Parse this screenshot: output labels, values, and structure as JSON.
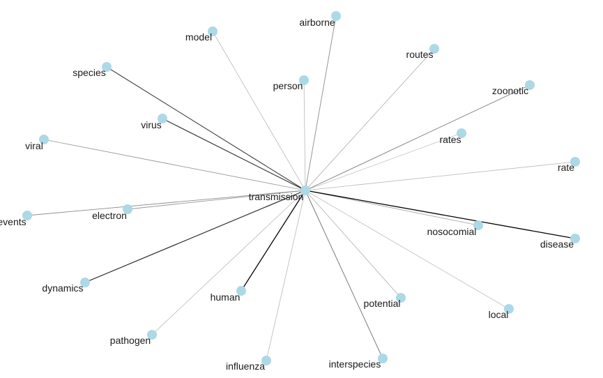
{
  "graph": {
    "center": {
      "id": "transmission",
      "label": "transmission"
    },
    "node_color": "#add8e6",
    "label_color": "#1a1a1a",
    "nodes": [
      {
        "id": "airborne",
        "label": "airborne",
        "edge_strength": 0.35
      },
      {
        "id": "model",
        "label": "model",
        "edge_strength": 0.15
      },
      {
        "id": "routes",
        "label": "routes",
        "edge_strength": 0.2
      },
      {
        "id": "person",
        "label": "person",
        "edge_strength": 0.15
      },
      {
        "id": "species",
        "label": "species",
        "edge_strength": 0.7
      },
      {
        "id": "zoonotic",
        "label": "zoonotic",
        "edge_strength": 0.4
      },
      {
        "id": "virus",
        "label": "virus",
        "edge_strength": 0.75
      },
      {
        "id": "rates",
        "label": "rates",
        "edge_strength": 0.12
      },
      {
        "id": "viral",
        "label": "viral",
        "edge_strength": 0.3
      },
      {
        "id": "rate",
        "label": "rate",
        "edge_strength": 0.15
      },
      {
        "id": "events",
        "label": "events",
        "edge_strength": 0.35
      },
      {
        "id": "electron",
        "label": "electron",
        "edge_strength": 0.3
      },
      {
        "id": "nosocomial",
        "label": "nosocomial",
        "edge_strength": 0.25
      },
      {
        "id": "disease",
        "label": "disease",
        "edge_strength": 1.0
      },
      {
        "id": "dynamics",
        "label": "dynamics",
        "edge_strength": 0.8
      },
      {
        "id": "human",
        "label": "human",
        "edge_strength": 1.0
      },
      {
        "id": "potential",
        "label": "potential",
        "edge_strength": 0.2
      },
      {
        "id": "local",
        "label": "local",
        "edge_strength": 0.12
      },
      {
        "id": "pathogen",
        "label": "pathogen",
        "edge_strength": 0.15
      },
      {
        "id": "influenza",
        "label": "influenza",
        "edge_strength": 0.15
      },
      {
        "id": "interspecies",
        "label": "interspecies",
        "edge_strength": 0.45
      }
    ]
  }
}
